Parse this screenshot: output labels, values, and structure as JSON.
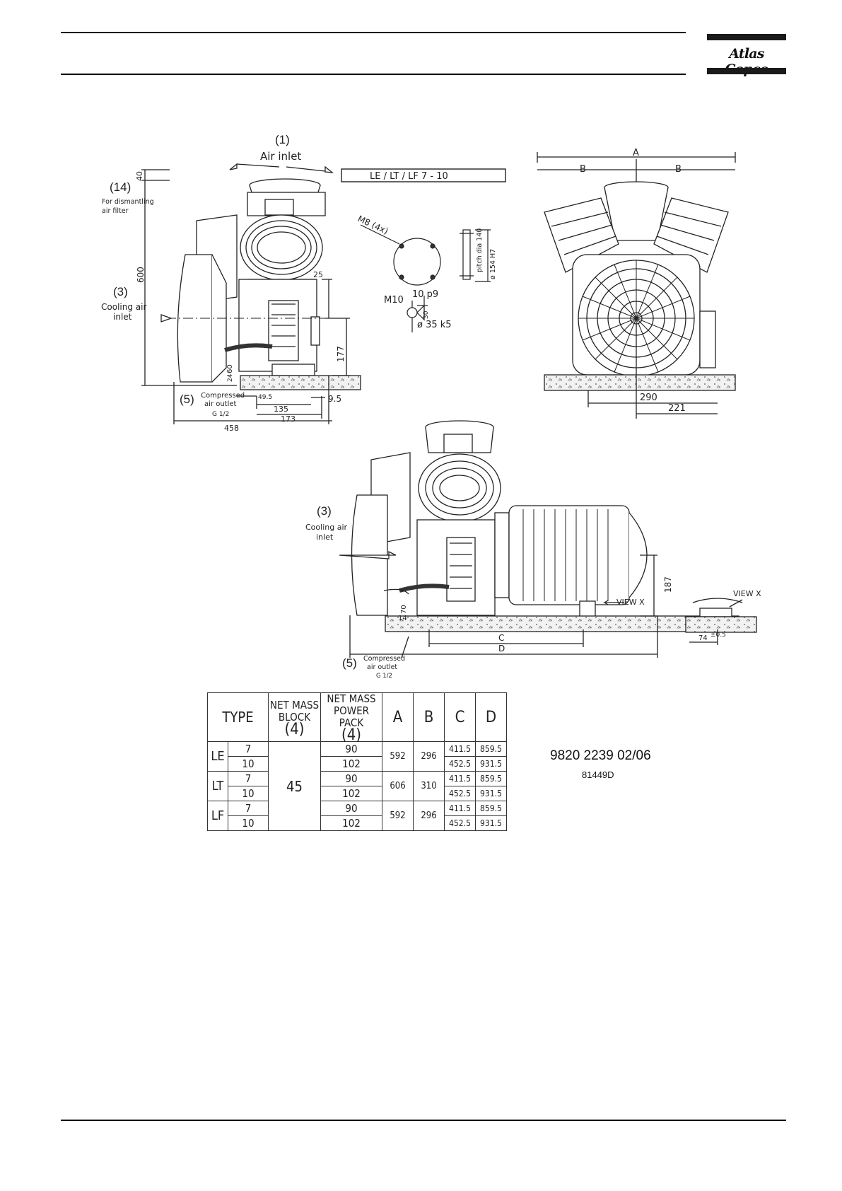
{
  "brand": {
    "logo_text": "Atlas Copco"
  },
  "model_box": "LE / LT / LF 7 - 10",
  "callouts": {
    "air_inlet_num": "(1)",
    "air_inlet": "Air inlet",
    "filter_num": "(14)",
    "filter_line1": "For dismantling",
    "filter_line2": "air filter",
    "cooling_num": "(3)",
    "cooling_line1": "Cooling air",
    "cooling_line2": "inlet",
    "outlet_num": "(5)",
    "outlet_line1": "Compressed",
    "outlet_line2": "air outlet",
    "outlet_line3": "G 1/2",
    "view_x": "VIEW X"
  },
  "dimensions": {
    "d40": "40",
    "d600": "600",
    "d25": "25",
    "d177": "177",
    "d60": "60",
    "d24": "24",
    "d49_5": "49.5",
    "d135": "135",
    "d173": "173",
    "d9_5": "9.5",
    "d458": "458",
    "a": "A",
    "b": "B",
    "d290": "290",
    "d221": "221",
    "c": "C",
    "d": "D",
    "d187": "187",
    "d70": "70",
    "d14": "14",
    "d74": "74",
    "tol": "±0.5"
  },
  "shaft": {
    "m8": "M8 (4x)",
    "pitch": "pitch dia 140",
    "dia154": "ø 154 H7",
    "m10": "M10",
    "p9": "10 p9",
    "d30": "30",
    "k5": "ø 35 k5"
  },
  "table": {
    "headers": {
      "type": "TYPE",
      "block1": "NET MASS",
      "block2": "BLOCK",
      "block3": "(4)",
      "pack1": "NET MASS",
      "pack2": "POWER PACK",
      "pack3": "(4)",
      "a": "A",
      "b": "B",
      "c": "C",
      "d": "D"
    },
    "block_mass": "45",
    "groups": [
      {
        "type": "LE",
        "a": "592",
        "b": "296"
      },
      {
        "type": "LT",
        "a": "606",
        "b": "310"
      },
      {
        "type": "LF",
        "a": "592",
        "b": "296"
      }
    ],
    "rows": [
      {
        "size": "7",
        "pack": "90",
        "c": "411.5",
        "d": "859.5"
      },
      {
        "size": "10",
        "pack": "102",
        "c": "452.5",
        "d": "931.5"
      },
      {
        "size": "7",
        "pack": "90",
        "c": "411.5",
        "d": "859.5"
      },
      {
        "size": "10",
        "pack": "102",
        "c": "452.5",
        "d": "931.5"
      },
      {
        "size": "7",
        "pack": "90",
        "c": "411.5",
        "d": "859.5"
      },
      {
        "size": "10",
        "pack": "102",
        "c": "452.5",
        "d": "931.5"
      }
    ]
  },
  "doc": {
    "number": "9820 2239 02/06",
    "drawing": "81449D"
  }
}
